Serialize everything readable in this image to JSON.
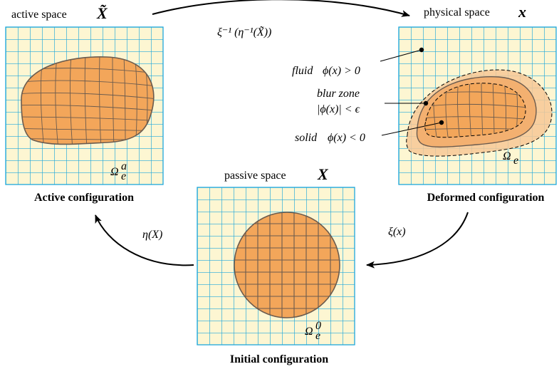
{
  "panels": {
    "active": {
      "space_label": "active space",
      "space_symbol": "X̃",
      "caption": "Active configuration",
      "region": "Ω",
      "region_sub": "e",
      "region_sup": "a"
    },
    "physical": {
      "space_label": "physical space",
      "space_symbol": "x",
      "caption": "Deformed configuration",
      "region": "Ω",
      "region_sub": "e"
    },
    "passive": {
      "space_label": "passive space",
      "space_symbol": "X",
      "caption": "Initial configuration",
      "region": "Ω",
      "region_sub": "e",
      "region_sup": "0"
    }
  },
  "mappings": {
    "top": "ξ⁻¹ (η⁻¹(X̃))",
    "left": "η(X)",
    "right": "ξ(x)"
  },
  "annotations": {
    "fluid": {
      "word": "fluid",
      "expr": "ϕ(x) > 0"
    },
    "blur": {
      "word": "blur zone",
      "expr": "|ϕ(x)| < ϵ"
    },
    "solid": {
      "word": "solid",
      "expr": "ϕ(x) < 0"
    }
  },
  "colors": {
    "grid_bg": "#fdf6d2",
    "grid_line": "#1ea8dc",
    "solid_fill": "#f3a65a",
    "solid_stroke": "#6b5b4e",
    "blur_fill": "#f7c896",
    "arrow": "#000000"
  }
}
